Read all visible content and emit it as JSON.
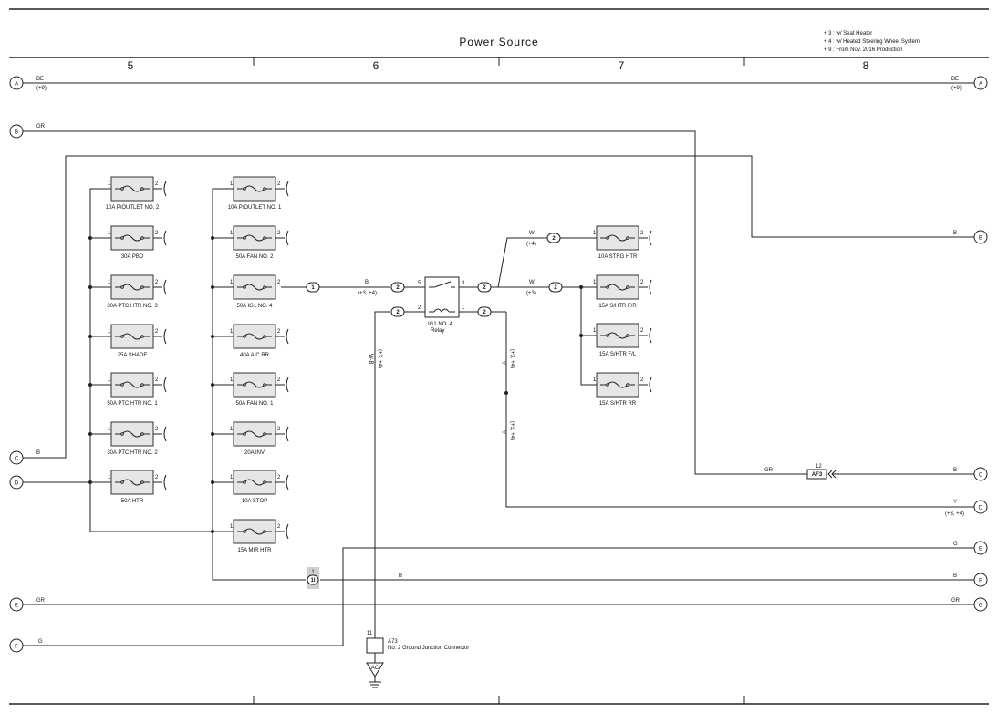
{
  "title": "Power Source",
  "notes": [
    "+ 3 : w/ Seat Heater",
    "+ 4 : w/ Heated Steering Wheel System",
    "+ 9 : From Nov.  2016 Production"
  ],
  "columns": [
    "5",
    "6",
    "7",
    "8"
  ],
  "edge_connectors": {
    "A": "A",
    "B": "B",
    "C": "C",
    "D": "D",
    "E": "E",
    "F": "F",
    "G": "G"
  },
  "wires": {
    "top_be": "BE",
    "top_be_note": "(+9)",
    "gr": "GR",
    "b": "B",
    "g": "G",
    "w": "W",
    "y": "Y",
    "w_b": "W-B",
    "b_relay_note": "(+3, +4)",
    "w_note_top": "(+4)",
    "w_note_mid": "(+3)",
    "y_note": "(+3, +4)",
    "y_vert_note": "(+3, +4)",
    "wb_vert_note": "(+3, +4)"
  },
  "fuses_left": [
    "10A P/OUTLET NO. 2",
    "30A PBD",
    "30A PTC HTR NO. 3",
    "25A SHADE",
    "50A PTC HTR NO. 1",
    "30A PTC HTR NO. 2",
    "50A HTR"
  ],
  "fuses_mid": [
    "10A P/OUTLET NO. 1",
    "50A FAN NO. 2",
    "50A IG1 NO. 4",
    "40A A/C RR",
    "50A FAN NO. 1",
    "20A INV",
    "10A STOP",
    "15A MIR HTR"
  ],
  "fuses_right": [
    "10A STRG HTR",
    "15A S/HTR F/R",
    "15A S/HTR F/L",
    "15A S/HTR RR"
  ],
  "pins": {
    "p1": "1",
    "p2": "2",
    "p3": "3",
    "p5": "5",
    "p11": "11",
    "p12": "12"
  },
  "connectors": {
    "c1": "1",
    "c2": "2",
    "c1i": "1I"
  },
  "relay": {
    "name": "IG1 NO. 4",
    "sub": "Relay"
  },
  "af3": "AF3",
  "ground": {
    "pin": "11",
    "id": "A73",
    "desc": "No.  2 Ground Junction Connector",
    "point": "AC"
  }
}
